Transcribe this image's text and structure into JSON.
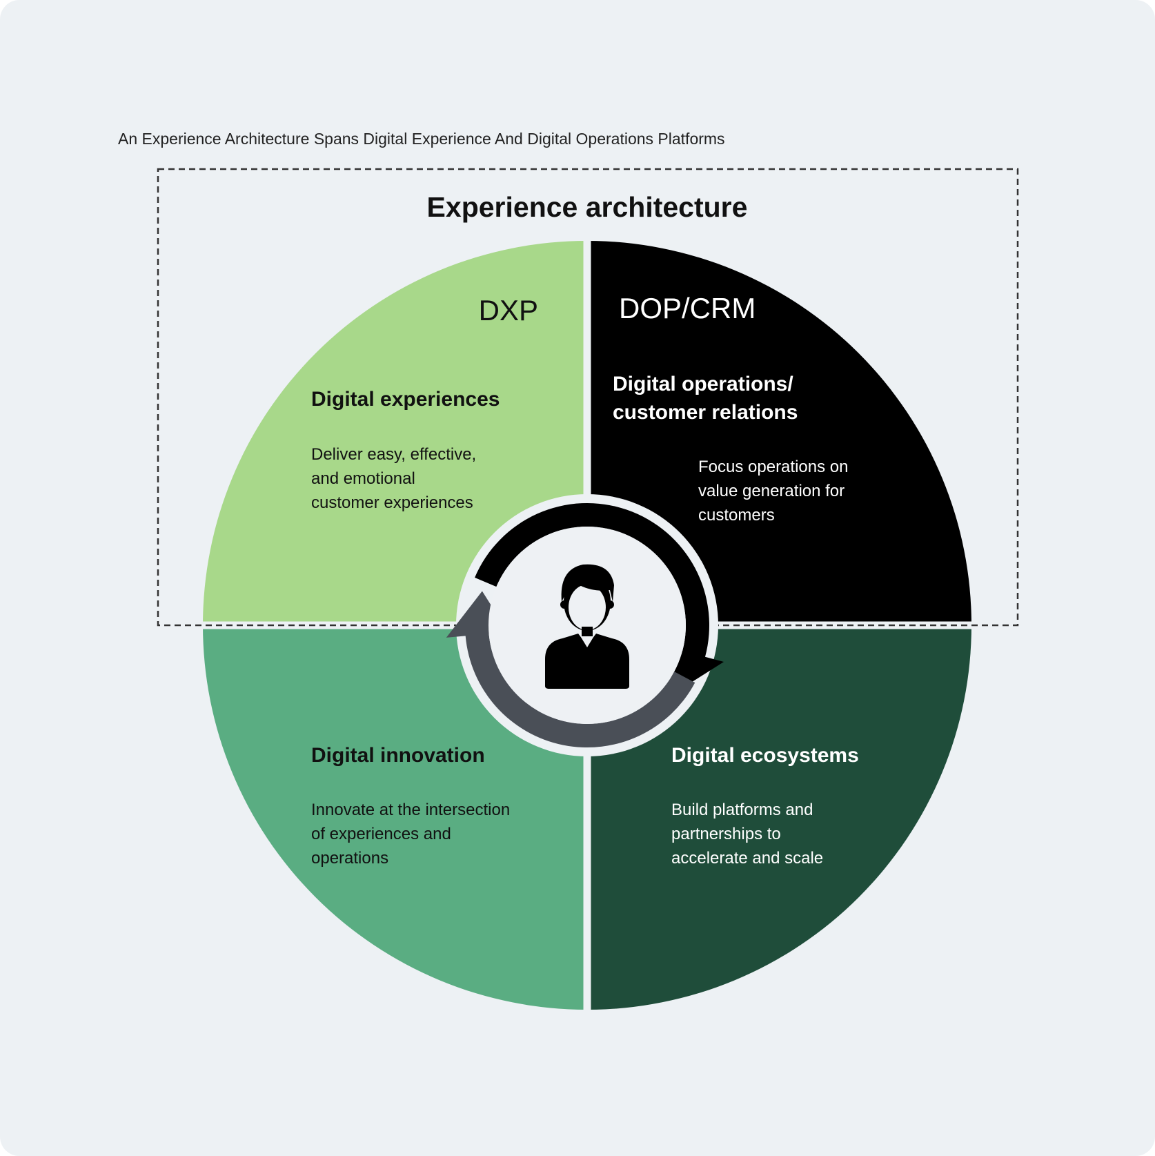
{
  "figure_title": "An Experience Architecture Spans Digital Experience And Digital Operations Platforms",
  "heading": "Experience architecture",
  "colors": {
    "background": "#edf1f4",
    "dxp": "#a8d88a",
    "dop": "#000000",
    "innovation": "#5aad82",
    "ecosystems": "#1f4d3a",
    "arrow_top": "#000000",
    "arrow_bottom": "#4a4f57"
  },
  "quadrants": {
    "dxp": {
      "label": "DXP",
      "title": "Digital experiences",
      "body": [
        "Deliver easy, effective,",
        "and emotional",
        "customer experiences"
      ]
    },
    "dop": {
      "label": "DOP/CRM",
      "title": [
        "Digital operations/",
        "customer relations"
      ],
      "body": [
        "Focus operations on",
        "value generation for",
        "customers"
      ]
    },
    "innovation": {
      "title": "Digital innovation",
      "body": [
        "Innovate at the intersection",
        "of experiences and",
        "operations"
      ]
    },
    "ecosystems": {
      "title": "Digital ecosystems",
      "body": [
        "Build platforms and",
        "partnerships to",
        "accelerate and scale"
      ]
    }
  },
  "center_icon": "customer-person-icon"
}
